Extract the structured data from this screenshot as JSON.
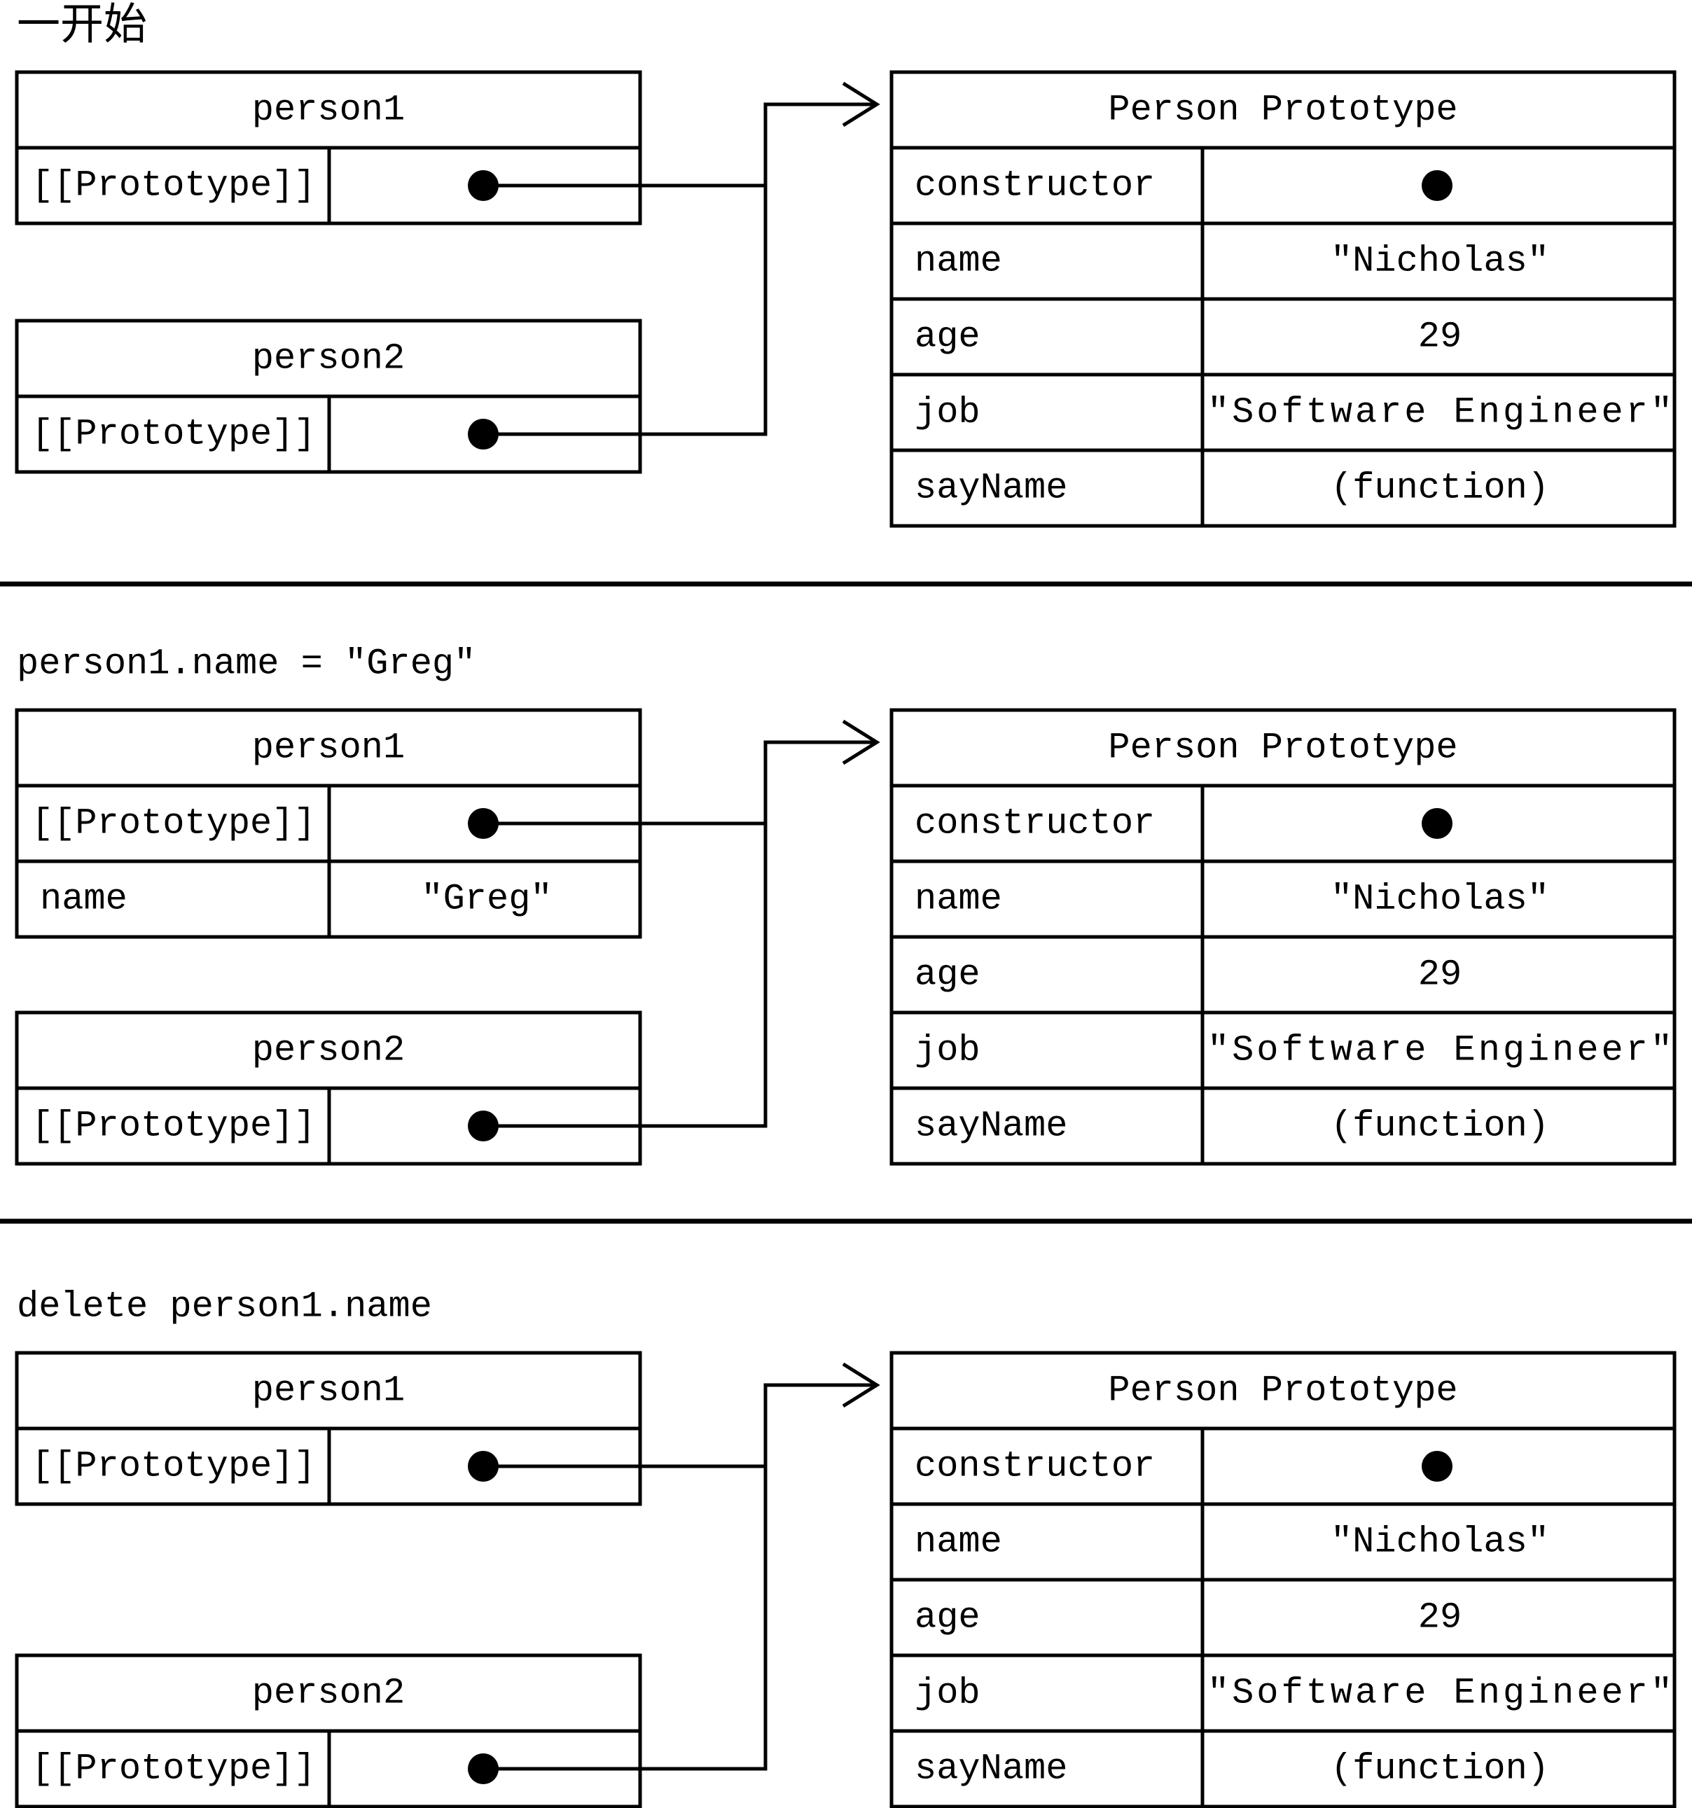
{
  "sections": [
    {
      "caption": "一开始",
      "person1": {
        "title": "person1",
        "rows": [
          {
            "key": "[[Prototype]]",
            "value": null
          }
        ]
      },
      "person2": {
        "title": "person2",
        "rows": [
          {
            "key": "[[Prototype]]",
            "value": null
          }
        ]
      },
      "prototype": {
        "title": "Person Prototype",
        "rows": [
          {
            "key": "constructor",
            "value": null
          },
          {
            "key": "name",
            "value": "\"Nicholas\""
          },
          {
            "key": "age",
            "value": "29"
          },
          {
            "key": "job",
            "value": "\"Software Engineer\""
          },
          {
            "key": "sayName",
            "value": "(function)"
          }
        ]
      }
    },
    {
      "caption": "person1.name = \"Greg\"",
      "person1": {
        "title": "person1",
        "rows": [
          {
            "key": "[[Prototype]]",
            "value": null
          },
          {
            "key": "name",
            "value": "\"Greg\""
          }
        ]
      },
      "person2": {
        "title": "person2",
        "rows": [
          {
            "key": "[[Prototype]]",
            "value": null
          }
        ]
      },
      "prototype": {
        "title": "Person Prototype",
        "rows": [
          {
            "key": "constructor",
            "value": null
          },
          {
            "key": "name",
            "value": "\"Nicholas\""
          },
          {
            "key": "age",
            "value": "29"
          },
          {
            "key": "job",
            "value": "\"Software Engineer\""
          },
          {
            "key": "sayName",
            "value": "(function)"
          }
        ]
      }
    },
    {
      "caption": "delete person1.name",
      "person1": {
        "title": "person1",
        "rows": [
          {
            "key": "[[Prototype]]",
            "value": null
          }
        ]
      },
      "person2": {
        "title": "person2",
        "rows": [
          {
            "key": "[[Prototype]]",
            "value": null
          }
        ]
      },
      "prototype": {
        "title": "Person Prototype",
        "rows": [
          {
            "key": "constructor",
            "value": null
          },
          {
            "key": "name",
            "value": "\"Nicholas\""
          },
          {
            "key": "age",
            "value": "29"
          },
          {
            "key": "job",
            "value": "\"Software Engineer\""
          },
          {
            "key": "sayName",
            "value": "(function)"
          }
        ]
      }
    }
  ]
}
